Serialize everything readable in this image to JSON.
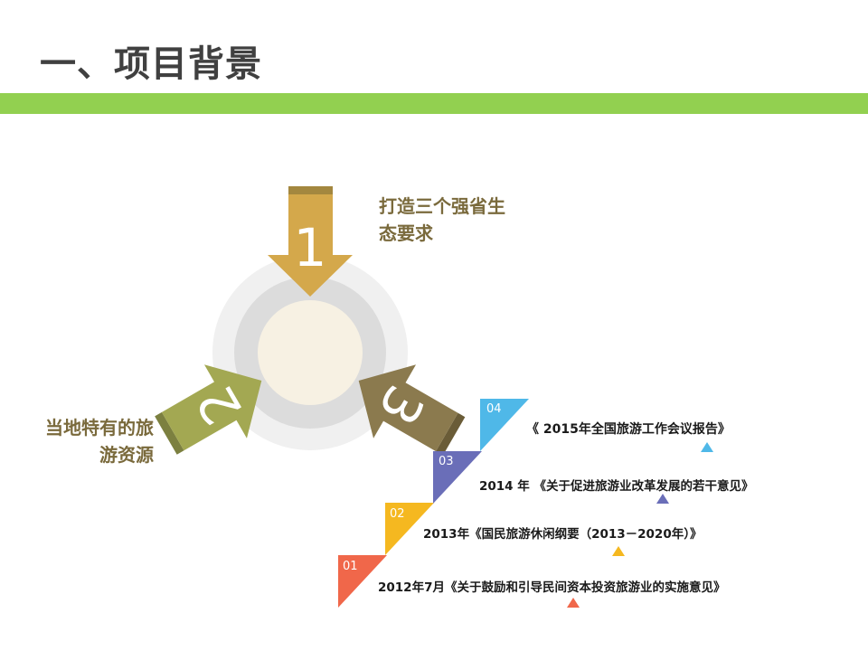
{
  "slide": {
    "title": "一、项目背景",
    "accent_color": "#92d050"
  },
  "cycle": {
    "arrows": [
      {
        "number": "1",
        "color": "#d4a84b",
        "label_lines": [
          "打造三个强省生",
          "态要求"
        ]
      },
      {
        "number": "2",
        "color": "#a3a852",
        "label_lines": []
      },
      {
        "number": "3",
        "color": "#8b7a4e",
        "label_lines": [
          "当地特有的旅",
          "游资源"
        ]
      }
    ]
  },
  "timeline": {
    "steps": [
      {
        "num": "01",
        "color": "#f0674a",
        "text": "2012年7月《关于鼓励和引导民间资本投资旅游业的实施意见》"
      },
      {
        "num": "02",
        "color": "#f5b820",
        "text": "2013年《国民旅游休闲纲要（2013－2020年）》"
      },
      {
        "num": "03",
        "color": "#6a6eb8",
        "text": "2014  年  《关于促进旅游业改革发展的若干意见》"
      },
      {
        "num": "04",
        "color": "#4fb8e8",
        "text": "《  2015年全国旅游工作会议报告》"
      }
    ]
  }
}
